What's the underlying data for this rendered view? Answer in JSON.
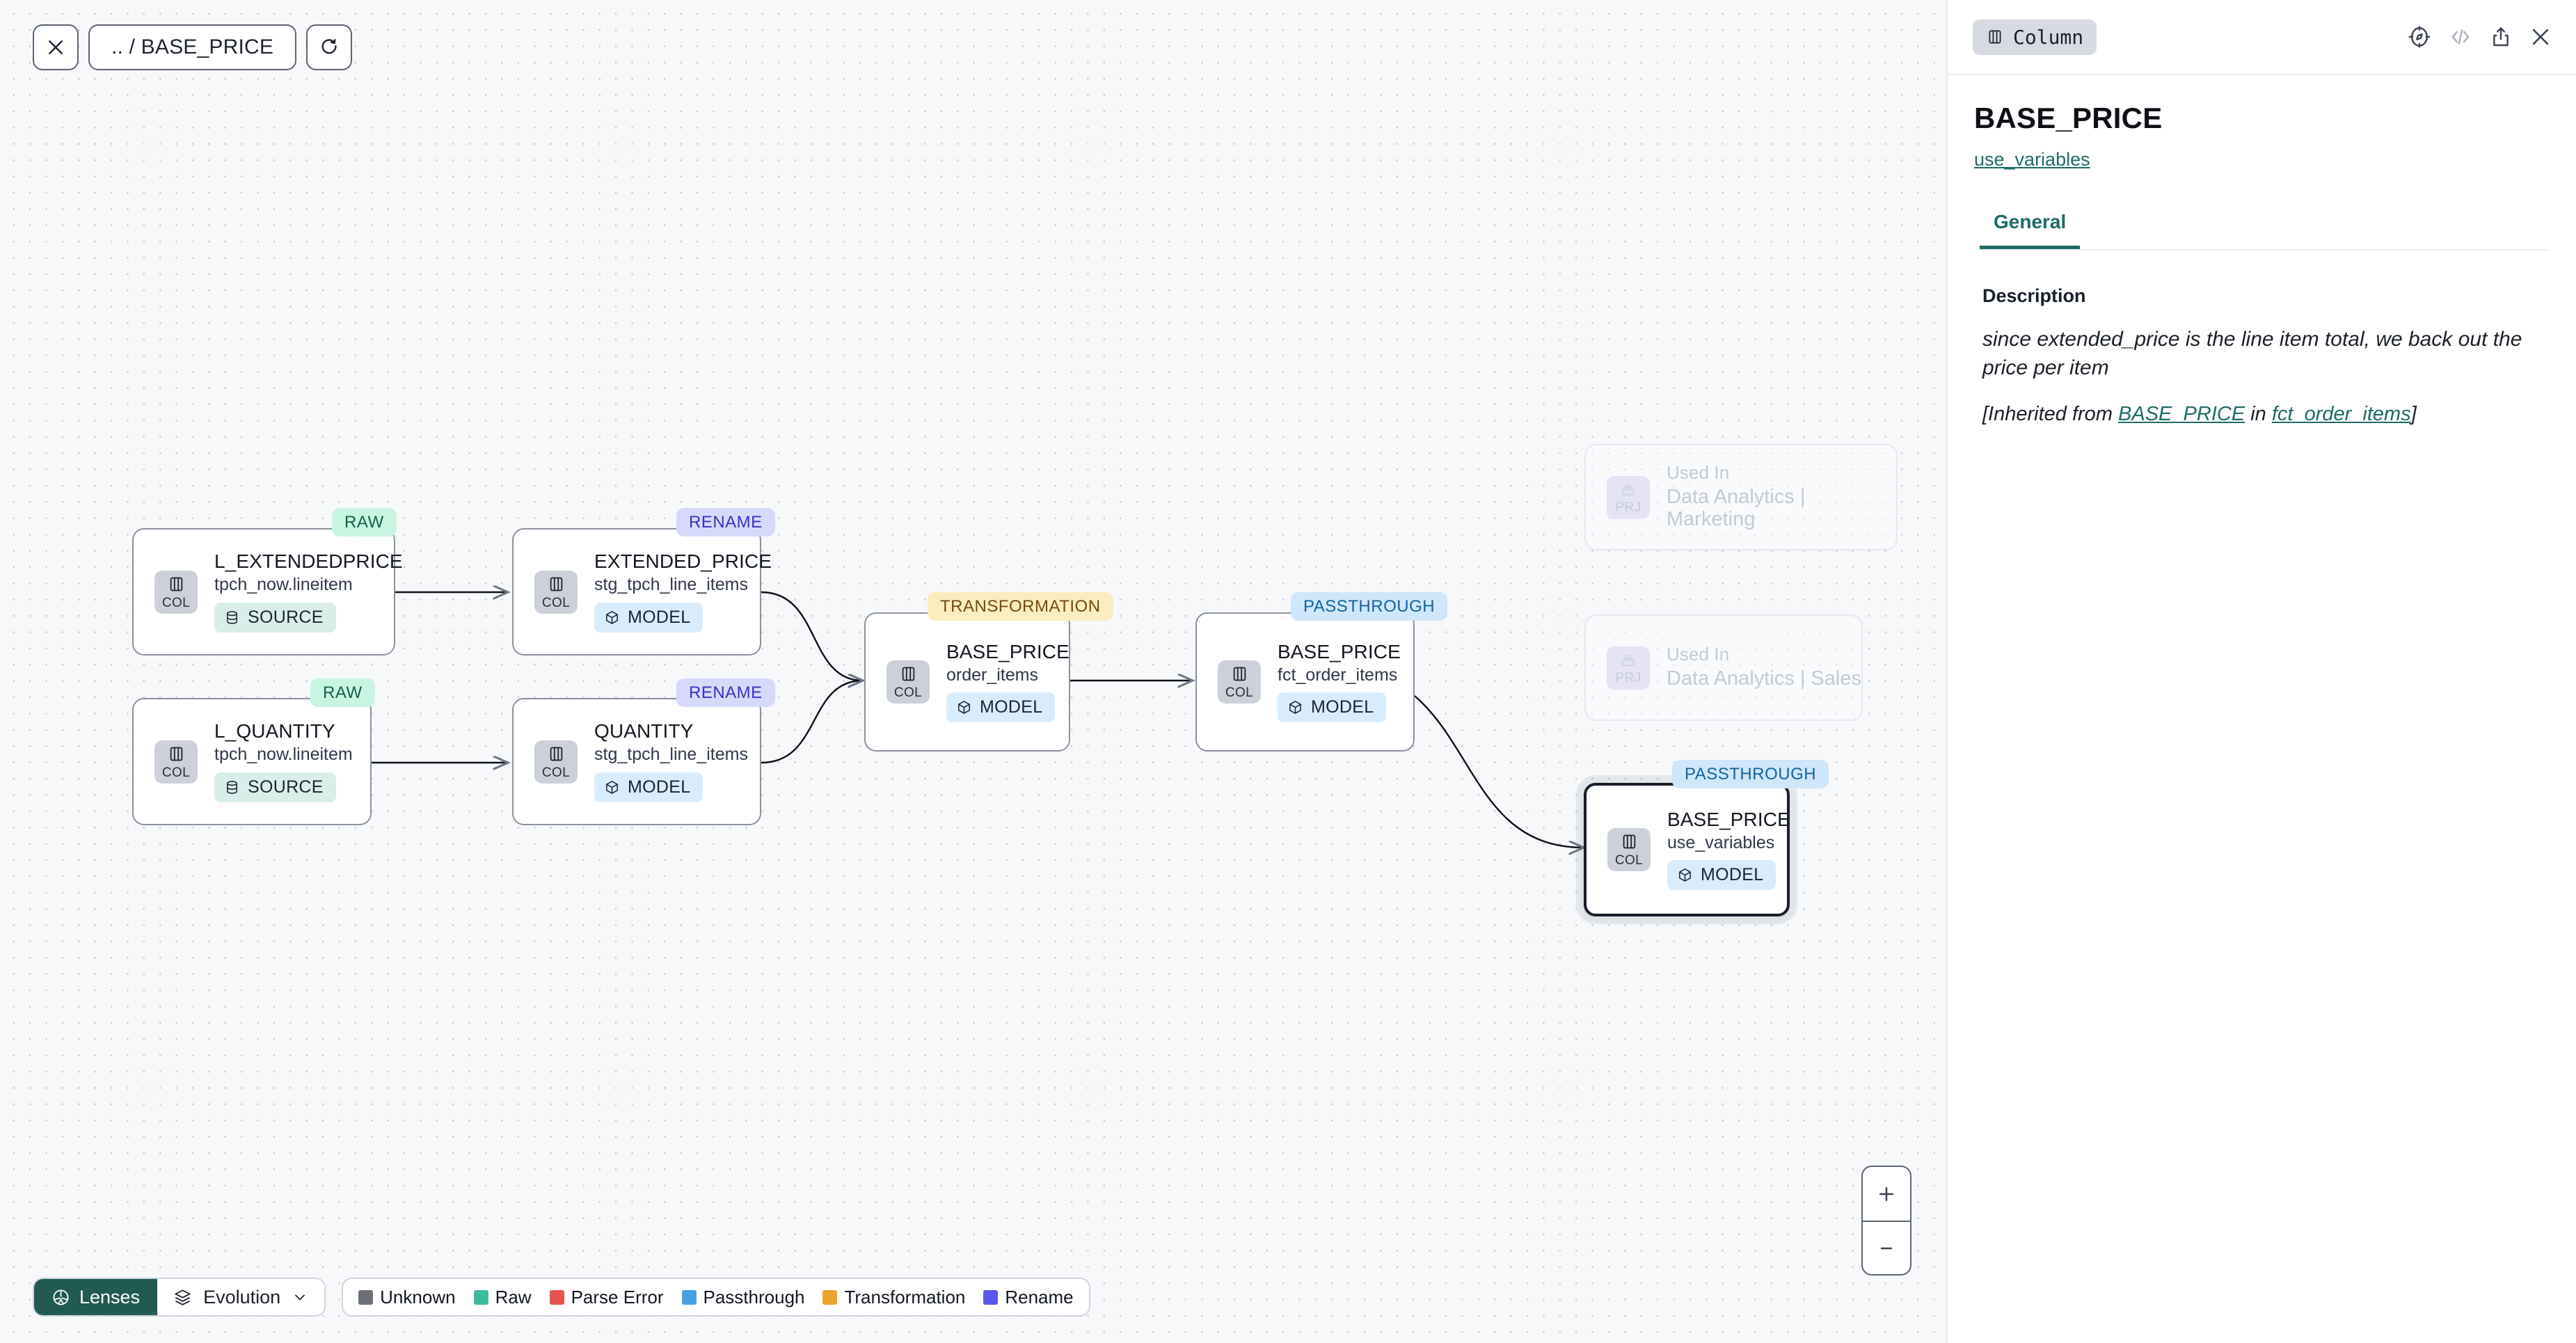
{
  "toolbar": {
    "close_label": "close-icon",
    "breadcrumb": ".. / BASE_PRICE",
    "refresh_label": "refresh-icon"
  },
  "graph": {
    "nodes": [
      {
        "id": "l_extendedprice",
        "title": "L_EXTENDEDPRICE",
        "subtitle": "tpch_now.lineitem",
        "chip": "COL",
        "materialization": "SOURCE",
        "tag": "RAW",
        "tag_kind": "raw"
      },
      {
        "id": "l_quantity",
        "title": "L_QUANTITY",
        "subtitle": "tpch_now.lineitem",
        "chip": "COL",
        "materialization": "SOURCE",
        "tag": "RAW",
        "tag_kind": "raw"
      },
      {
        "id": "extended_price",
        "title": "EXTENDED_PRICE",
        "subtitle": "stg_tpch_line_items",
        "chip": "COL",
        "materialization": "MODEL",
        "tag": "RENAME",
        "tag_kind": "rename"
      },
      {
        "id": "quantity",
        "title": "QUANTITY",
        "subtitle": "stg_tpch_line_items",
        "chip": "COL",
        "materialization": "MODEL",
        "tag": "RENAME",
        "tag_kind": "rename"
      },
      {
        "id": "base_price_order_items",
        "title": "BASE_PRICE",
        "subtitle": "order_items",
        "chip": "COL",
        "materialization": "MODEL",
        "tag": "TRANSFORMATION",
        "tag_kind": "transformation"
      },
      {
        "id": "base_price_fct_order_items",
        "title": "BASE_PRICE",
        "subtitle": "fct_order_items",
        "chip": "COL",
        "materialization": "MODEL",
        "tag": "PASSTHROUGH",
        "tag_kind": "passthrough"
      },
      {
        "id": "base_price_use_variables",
        "title": "BASE_PRICE",
        "subtitle": "use_variables",
        "chip": "COL",
        "materialization": "MODEL",
        "tag": "PASSTHROUGH",
        "tag_kind": "passthrough",
        "selected": true
      }
    ],
    "ghost_nodes": [
      {
        "id": "used-in-marketing",
        "chip": "PRJ",
        "title": "Used In",
        "subtitle": "Data Analytics | Marketing"
      },
      {
        "id": "used-in-sales",
        "chip": "PRJ",
        "title": "Used In",
        "subtitle": "Data Analytics | Sales"
      }
    ]
  },
  "bottom": {
    "lenses_label": "Lenses",
    "evolution_label": "Evolution",
    "legend": [
      {
        "label": "Unknown",
        "color": "#6b7076"
      },
      {
        "label": "Raw",
        "color": "#3cbb9c"
      },
      {
        "label": "Parse Error",
        "color": "#e4554a"
      },
      {
        "label": "Passthrough",
        "color": "#469fe0"
      },
      {
        "label": "Transformation",
        "color": "#eca52a"
      },
      {
        "label": "Rename",
        "color": "#5b57ec"
      }
    ],
    "zoom_in_label": "zoom-in-icon",
    "zoom_out_label": "zoom-out-icon"
  },
  "panel": {
    "kind_badge": "Column",
    "entity_name": "BASE_PRICE",
    "entity_parent": "use_variables",
    "tabs": [
      {
        "label": "General",
        "active": true
      }
    ],
    "description": {
      "label": "Description",
      "text": "since extended_price is the line item total, we back out the price per item",
      "inherited_prefix": "[Inherited from ",
      "inherited_link_column": "BASE_PRICE",
      "inherited_mid": " in ",
      "inherited_link_model": "fct_order_items",
      "inherited_suffix": "]"
    }
  }
}
